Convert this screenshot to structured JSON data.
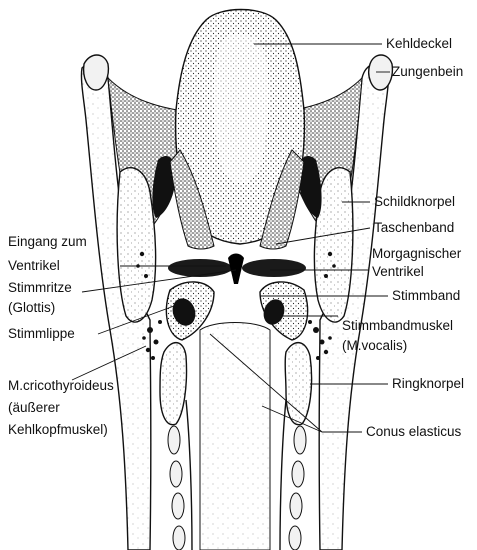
{
  "labels": {
    "kehldeckel": "Kehldeckel",
    "zungenbein": "Zungenbein",
    "schildknorpel": "Schildknorpel",
    "taschenband": "Taschenband",
    "eingang_line1": "Eingang zum",
    "eingang_line2": "Ventrikel",
    "morgagni_line1": "Morgagnischer",
    "morgagni_line2": "Ventrikel",
    "stimmritze_line1": "Stimmritze",
    "stimmritze_line2": "(Glottis)",
    "stimmband": "Stimmband",
    "stimmlippe": "Stimmlippe",
    "stimmbandmuskel_line1": "Stimmbandmuskel",
    "stimmbandmuskel_line2": "(M.vocalis)",
    "cricothyroideus_line1": "M.cricothyroideus",
    "cricothyroideus_line2": "(äußerer",
    "cricothyroideus_line3": "Kehlkopfmuskel)",
    "ringknorpel": "Ringknorpel",
    "conus": "Conus elasticus"
  },
  "colors": {
    "ink": "#111111",
    "stipple": "#222222",
    "paper": "#ffffff",
    "light_tissue": "#f2f2f2"
  }
}
